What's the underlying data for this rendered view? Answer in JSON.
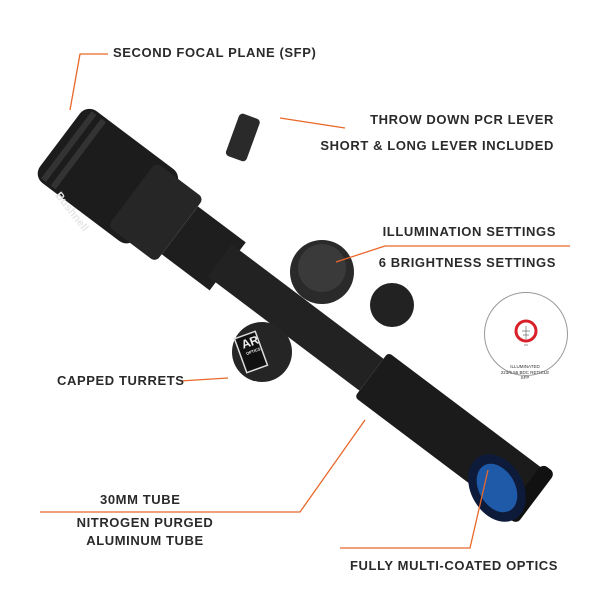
{
  "callouts": {
    "sfp": "SECOND FOCAL PLANE (SFP)",
    "lever_title": "THROW DOWN PCR LEVER",
    "lever_sub": "SHORT & LONG LEVER INCLUDED",
    "illum_title": "ILLUMINATION SETTINGS",
    "illum_sub": "6 BRIGHTNESS SETTINGS",
    "turrets": "CAPPED TURRETS",
    "tube_title": "30MM TUBE",
    "tube_sub1": "NITROGEN PURGED",
    "tube_sub2": "ALUMINUM TUBE",
    "optics": "FULLY MULTI-COATED OPTICS"
  },
  "reticle": {
    "line1": "ILLUMINATED",
    "line2": "223/5.56 BDC RETICLE",
    "line3": "SFP"
  },
  "scope": {
    "brand": "Bushnell",
    "cap_top": "AR",
    "cap_bottom": "OPTICS"
  },
  "colors": {
    "accent": "#e8682a",
    "scope": "#1a1a1a",
    "reticle": "#d9202a"
  }
}
